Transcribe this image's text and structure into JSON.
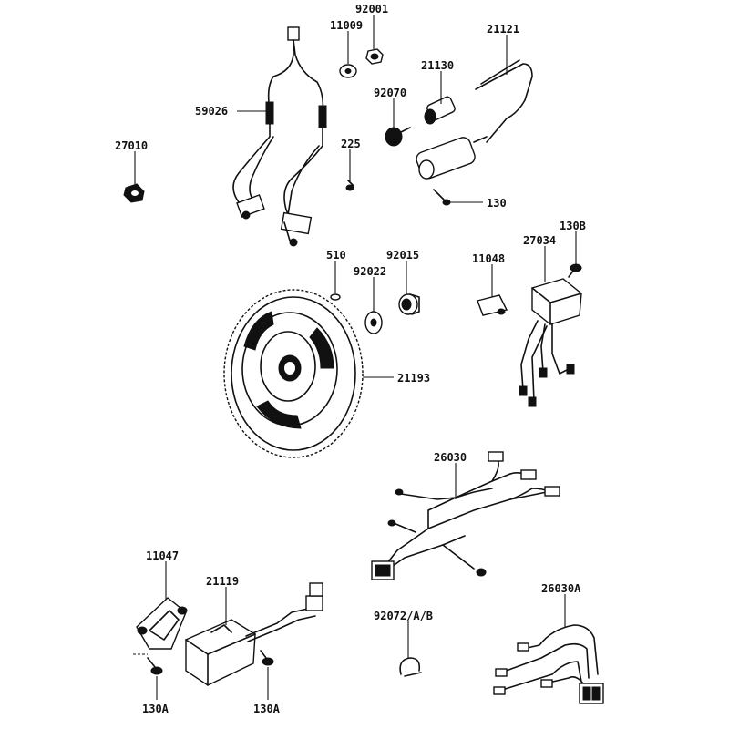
{
  "part_labels": {
    "p92001": "92001",
    "p11009": "11009",
    "p21121": "21121",
    "p21130": "21130",
    "p92070": "92070",
    "p59026": "59026",
    "p27010": "27010",
    "p225": "225",
    "p130": "130",
    "p130B": "130B",
    "p27034": "27034",
    "p11048": "11048",
    "p510": "510",
    "p92015": "92015",
    "p92022": "92022",
    "p21193": "21193",
    "p26030": "26030",
    "p11047": "11047",
    "p21119": "21119",
    "p92072AB": "92072/A/B",
    "p26030A": "26030A",
    "p130A_left": "130A",
    "p130A_right": "130A"
  }
}
